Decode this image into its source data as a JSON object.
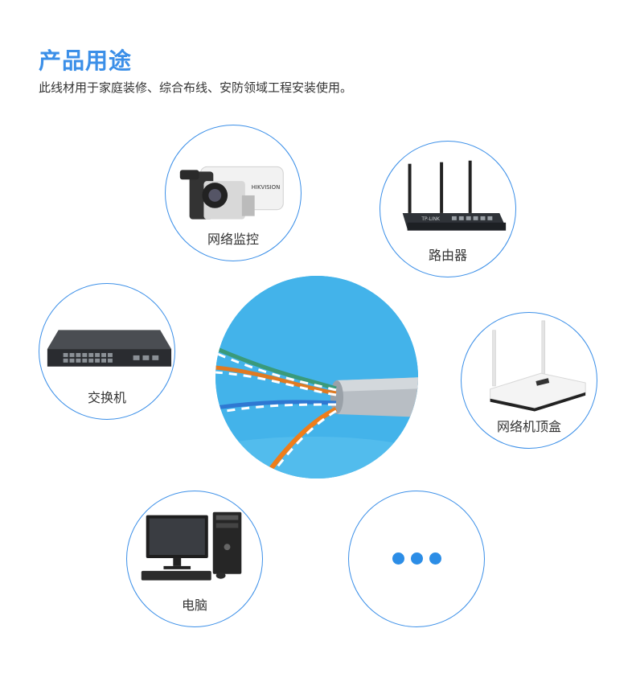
{
  "header": {
    "title": "产品用途",
    "subtitle": "此线材用于家庭装修、综合布线、安防领域工程安装使用。"
  },
  "uses": [
    {
      "label": "网络监控",
      "icon": "security-camera-icon"
    },
    {
      "label": "路由器",
      "icon": "router-icon"
    },
    {
      "label": "交换机",
      "icon": "network-switch-icon"
    },
    {
      "label": "网络机顶盒",
      "icon": "set-top-box-icon"
    },
    {
      "label": "电脑",
      "icon": "desktop-computer-icon"
    },
    {
      "label": "",
      "icon": "more-dots-icon"
    }
  ],
  "camera_brand": "HIKVISION",
  "router_brand": "TP-LINK",
  "colors": {
    "accent": "#3b8fe8",
    "cable_bg": "#43b3ea",
    "dots": "#2c8de6"
  }
}
